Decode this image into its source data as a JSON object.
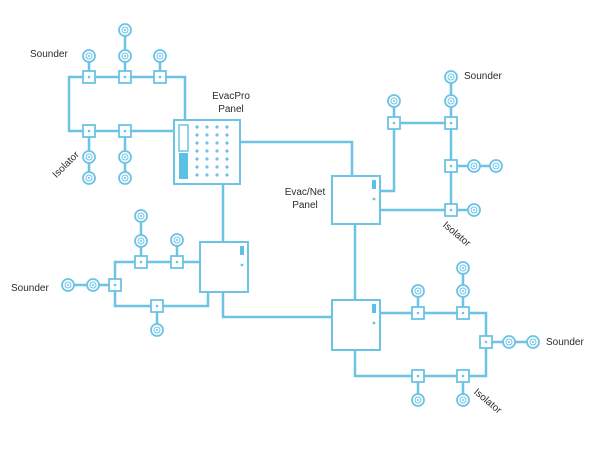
{
  "diagram": {
    "title": "EvacPro fire alarm loop topology",
    "colors": {
      "line": "#6cc3e6",
      "box": "#ffffff",
      "accent": "#5bbfe6",
      "text": "#2b2b2b"
    }
  },
  "labels": {
    "sounder_top_left": "Sounder",
    "sounder_top_right": "Sounder",
    "sounder_left": "Sounder",
    "sounder_right": "Sounder",
    "isolator_left": "Isolator",
    "isolator_mid_right": "Isolator",
    "isolator_bottom_right": "Isolator",
    "evacpro_line1": "EvacPro",
    "evacpro_line2": "Panel",
    "evacnet_line1": "Evac/Net",
    "evacnet_line2": "Panel"
  }
}
